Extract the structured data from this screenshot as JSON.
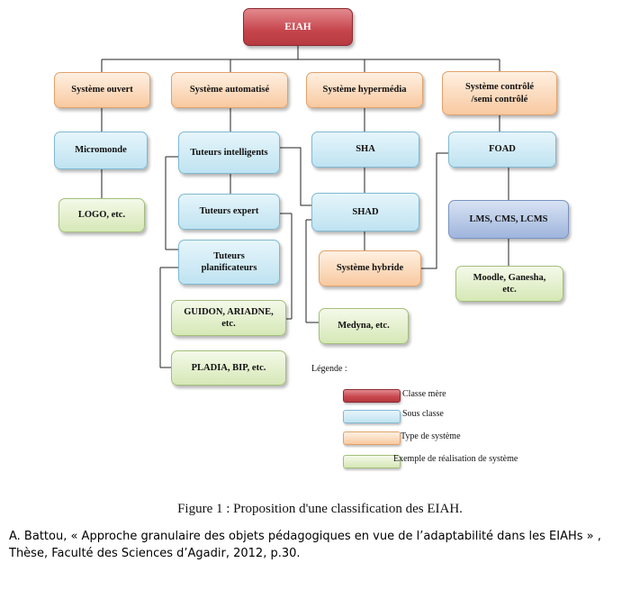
{
  "nodes": {
    "eiah": "EIAH",
    "systeme_ouvert": "Système ouvert",
    "systeme_automatise": "Système automatisé",
    "systeme_hypermedia": "Système hypermédia",
    "systeme_controle": "Système contrôlé\n/semi contrôlé",
    "micromonde": "Micromonde",
    "logo": "LOGO, etc.",
    "tuteurs_intelligents": "Tuteurs intelligents",
    "tuteurs_expert": "Tuteurs expert",
    "tuteurs_planificateurs": "Tuteurs\nplanificateurs",
    "guidon": "GUIDON, ARIADNE,\netc.",
    "pladia": "PLADIA, BIP, etc.",
    "sha": "SHA",
    "shad": "SHAD",
    "systeme_hybride": "Système hybride",
    "medyna": "Medyna, etc.",
    "foad": "FOAD",
    "lms": "LMS, CMS, LCMS",
    "moodle": "Moodle, Ganesha,\netc."
  },
  "legend": {
    "title": "Légende :",
    "items": [
      {
        "label": "Classe mère",
        "color": "#c7454c"
      },
      {
        "label": "Sous classe",
        "color": "#bfe3f1"
      },
      {
        "label": "Type de système",
        "color": "#f8c9a0"
      },
      {
        "label": "Exemple de réalisation de système",
        "color": "#d6e8b6"
      }
    ]
  },
  "caption": "Figure 1 : Proposition d'une classification des EIAH.",
  "source": "A. Battou, « Approche granulaire des objets pédagogiques en vue de l’adaptabilité dans les EIAHs » , Thèse, Faculté des Sciences d’Agadir, 2012, p.30.",
  "colors": {
    "classe_mere": "#c7454c",
    "sous_classe": "#bfe3f1",
    "type_systeme": "#f8c9a0",
    "exemple": "#d6e8b6",
    "lms": "#9fb5dd"
  }
}
